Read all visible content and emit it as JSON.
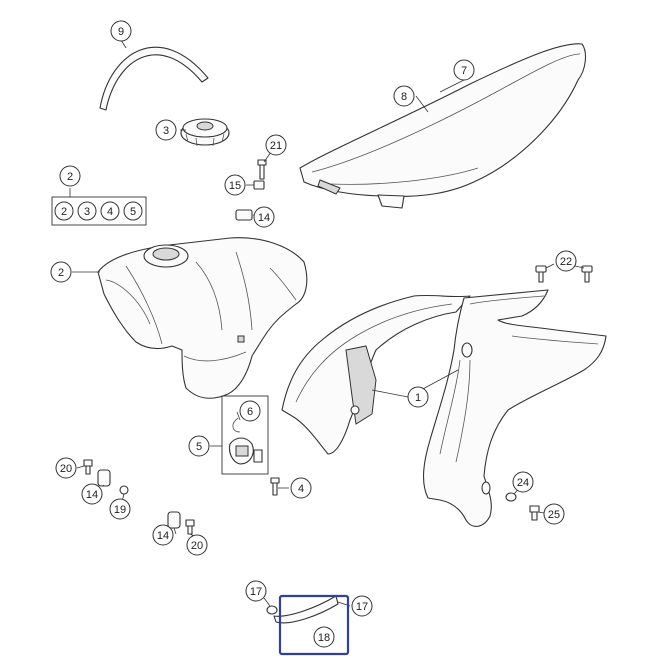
{
  "diagram": {
    "group_box_top_label": "2",
    "group_box_labels": [
      "2",
      "3",
      "4",
      "5"
    ],
    "callouts": [
      {
        "id": "c9",
        "label": "9"
      },
      {
        "id": "c7",
        "label": "7"
      },
      {
        "id": "c8",
        "label": "8"
      },
      {
        "id": "c3",
        "label": "3"
      },
      {
        "id": "c21",
        "label": "21"
      },
      {
        "id": "c15",
        "label": "15"
      },
      {
        "id": "c14a",
        "label": "14"
      },
      {
        "id": "c2",
        "label": "2"
      },
      {
        "id": "c22",
        "label": "22"
      },
      {
        "id": "c1",
        "label": "1"
      },
      {
        "id": "c6",
        "label": "6"
      },
      {
        "id": "c5",
        "label": "5"
      },
      {
        "id": "c4",
        "label": "4"
      },
      {
        "id": "c20a",
        "label": "20"
      },
      {
        "id": "c14b",
        "label": "14"
      },
      {
        "id": "c19",
        "label": "19"
      },
      {
        "id": "c14c",
        "label": "14"
      },
      {
        "id": "c20b",
        "label": "20"
      },
      {
        "id": "c24",
        "label": "24"
      },
      {
        "id": "c25",
        "label": "25"
      },
      {
        "id": "c17a",
        "label": "17"
      },
      {
        "id": "c17b",
        "label": "17"
      },
      {
        "id": "c18",
        "label": "18"
      }
    ]
  },
  "colors": {
    "line": "#333333",
    "highlight": "#2f3fa8",
    "background": "#ffffff"
  }
}
